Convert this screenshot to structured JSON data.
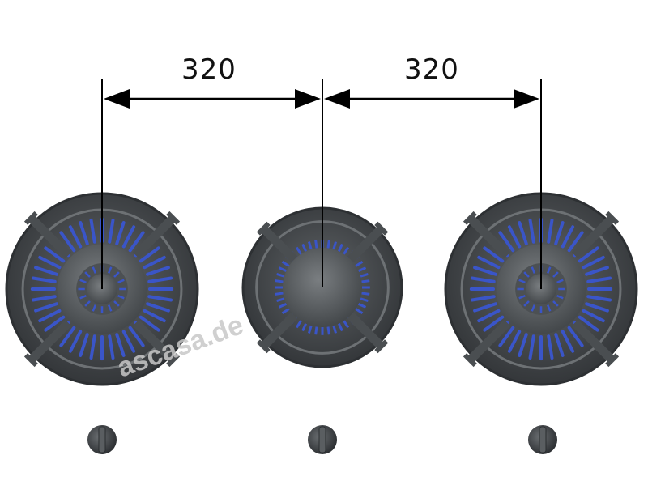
{
  "dimensions": [
    {
      "label": "320",
      "from": "left-burner",
      "to": "middle-burner"
    },
    {
      "label": "320",
      "from": "middle-burner",
      "to": "right-burner"
    }
  ],
  "watermark": "ascasa.de",
  "burners": [
    {
      "id": "left",
      "type": "wok"
    },
    {
      "id": "middle",
      "type": "standard"
    },
    {
      "id": "right",
      "type": "wok"
    }
  ],
  "knobs_count": 3,
  "colors": {
    "flame": "#3a55c8",
    "steel": "#55595c",
    "dark": "#3a3d40"
  }
}
